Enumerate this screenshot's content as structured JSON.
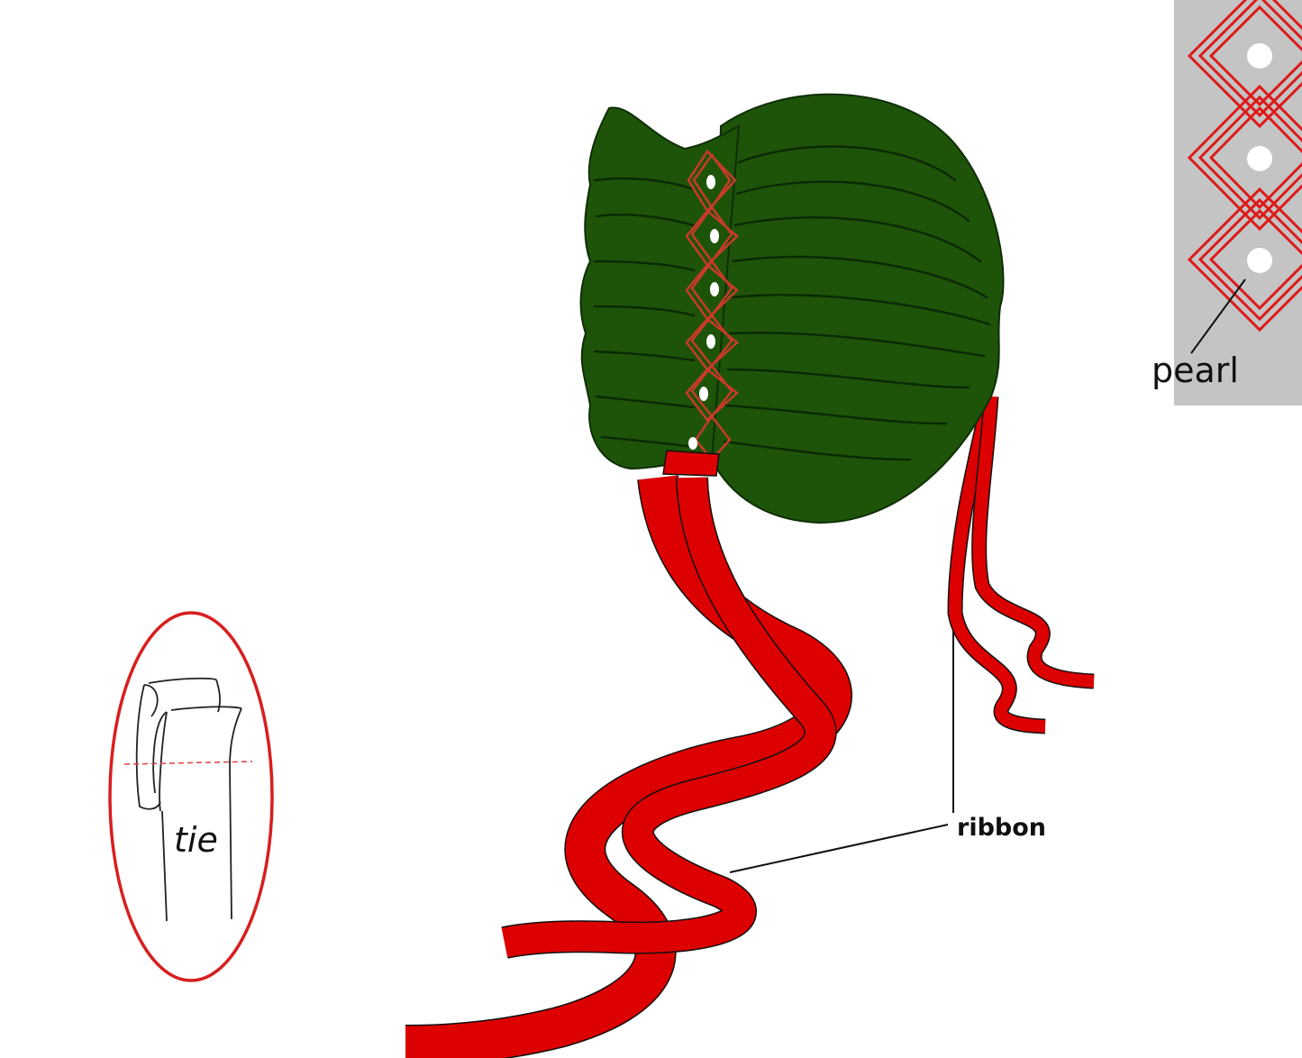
{
  "labels": {
    "pearl": "pearl",
    "ribbon": "ribbon",
    "tie": "tie"
  },
  "colors": {
    "bonnet_green": "#1e5409",
    "bonnet_fold_lines": "#0b2a03",
    "ribbon_red": "#dd0000",
    "smocking_red": "#c83a2a",
    "pearl_white": "#ffffff",
    "detail_panel_grey": "#c4c4c4",
    "tie_circle_red": "#d81e1e"
  },
  "icons": {
    "bonnet": "bonnet-icon",
    "pearl": "pearl-icon"
  }
}
